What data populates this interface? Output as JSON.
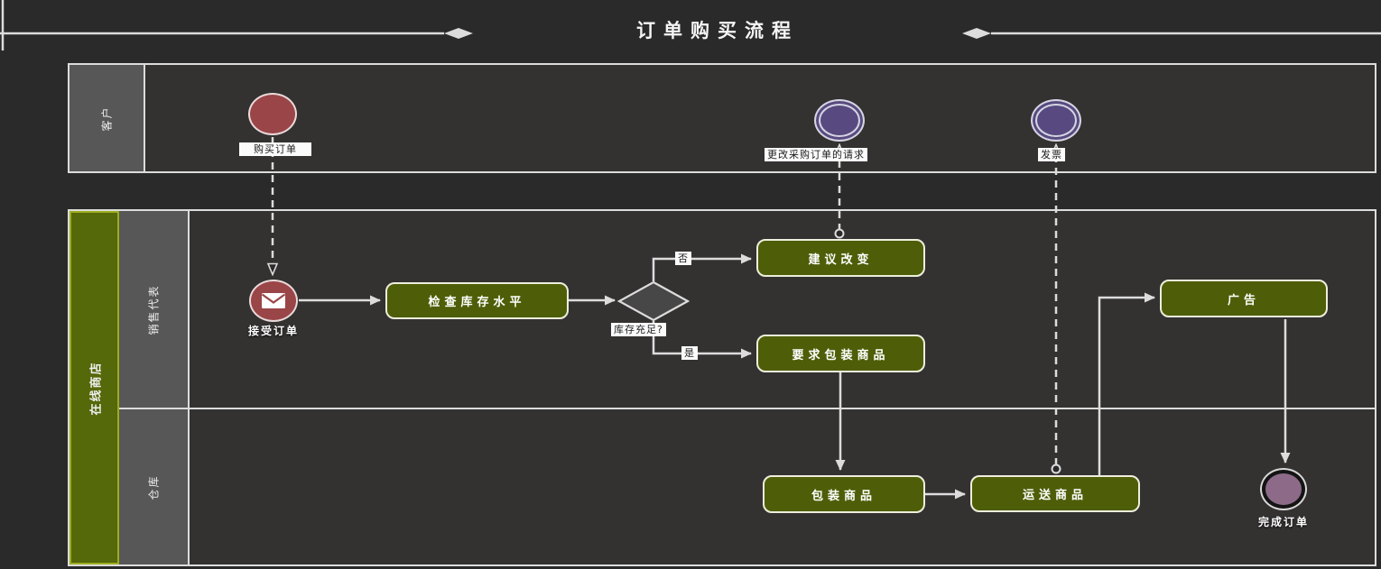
{
  "title": "订单购买流程",
  "pools": {
    "customer": {
      "label": "客户"
    },
    "store": {
      "label": "在线商店",
      "lanes": {
        "sales": {
          "label": "销售代表"
        },
        "warehouse": {
          "label": "仓库"
        }
      }
    }
  },
  "events": {
    "purchase": {
      "label": "购买订单"
    },
    "receive": {
      "label": "接受订单"
    },
    "change_request": {
      "label": "更改采购订单的请求"
    },
    "invoice": {
      "label": "发票"
    },
    "complete": {
      "label": "完成订单"
    }
  },
  "tasks": {
    "check": {
      "label": "检查库存水平"
    },
    "suggest": {
      "label": "建议改变"
    },
    "request_pack": {
      "label": "要求包装商品"
    },
    "package": {
      "label": "包装商品"
    },
    "ship": {
      "label": "运送商品"
    },
    "ad": {
      "label": "广告"
    }
  },
  "gateway": {
    "label": "库存充足?",
    "yes": "是",
    "no": "否"
  },
  "colors": {
    "background": "#2b2a2a",
    "pool_fill": "#343131",
    "lane_header_gray": "#575757",
    "pool_bar_green": "#55680a",
    "pool_bar_border": "#9dad1e",
    "task_green": "#4e5e08",
    "task_border": "#eeeedd",
    "event_red": "#9a4548",
    "event_purple": "#584a80",
    "event_end_plum": "#8d6b88",
    "connector": "#dcdcdc",
    "label_bg": "#fbfbfb"
  }
}
